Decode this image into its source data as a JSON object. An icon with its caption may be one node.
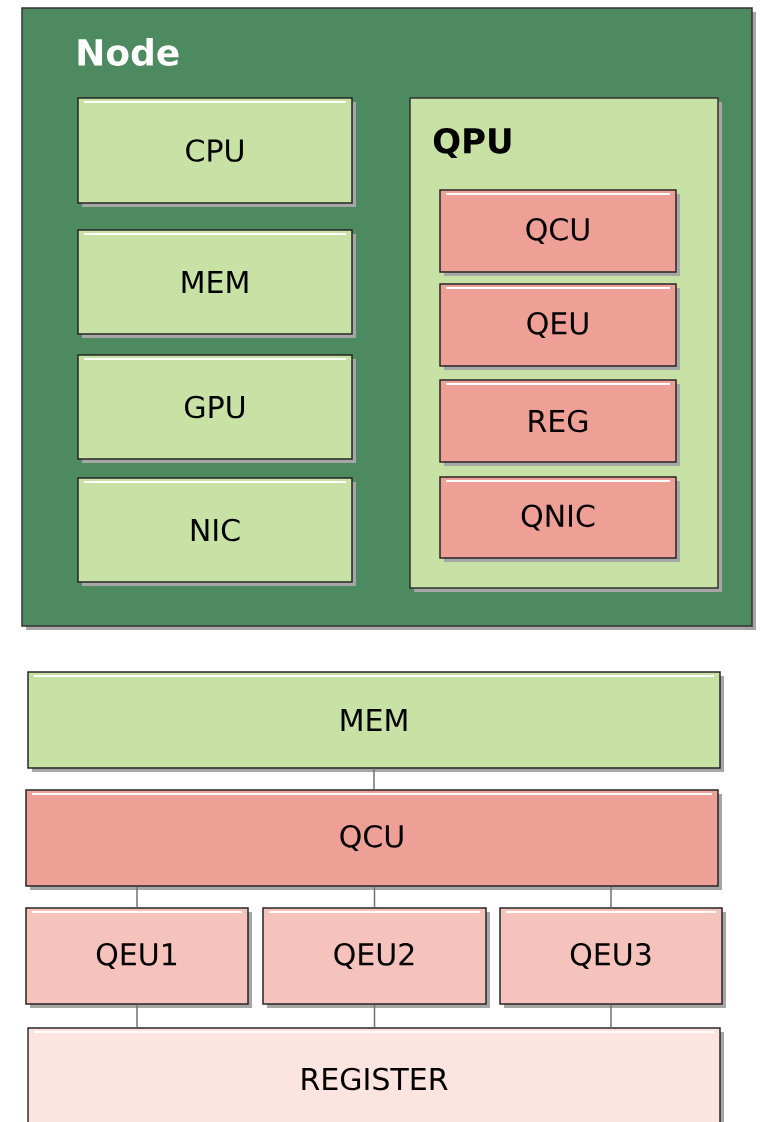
{
  "diagram": {
    "nodes": [
      {
        "text": [
          "Node"
        ]
      },
      {
        "text": [
          "CPU"
        ],
        "in": 0
      },
      {
        "text": [
          "MEM"
        ],
        "in": 0
      },
      {
        "text": [
          "GPU"
        ],
        "in": 0
      },
      {
        "text": [
          "NIC"
        ],
        "in": 0
      },
      {
        "text": [
          "QPU"
        ],
        "in": 0
      },
      {
        "text": [
          "QCU"
        ],
        "in": 5
      },
      {
        "text": [
          "QEU"
        ],
        "in": 5
      },
      {
        "text": [
          "REG"
        ],
        "in": 5
      },
      {
        "text": [
          "QNIC"
        ],
        "in": 5
      },
      {
        "text": [
          "MEM"
        ]
      },
      {
        "text": [
          "QCU"
        ]
      },
      {
        "text": [
          "QEU1"
        ]
      },
      {
        "text": [
          "QEU2"
        ]
      },
      {
        "text": [
          "QEU3"
        ]
      },
      {
        "text": [
          "REGISTER"
        ]
      }
    ],
    "edges": [
      {
        "from": 10,
        "to": 11,
        "arrow": "none"
      },
      {
        "from": 11,
        "to": 12,
        "arrow": "none"
      },
      {
        "from": 11,
        "to": 13,
        "arrow": "none"
      },
      {
        "from": 11,
        "to": 14,
        "arrow": "none"
      },
      {
        "from": 12,
        "to": 15,
        "arrow": "none"
      },
      {
        "from": 13,
        "to": 15,
        "arrow": "none"
      },
      {
        "from": 14,
        "to": 15,
        "arrow": "none"
      }
    ]
  }
}
